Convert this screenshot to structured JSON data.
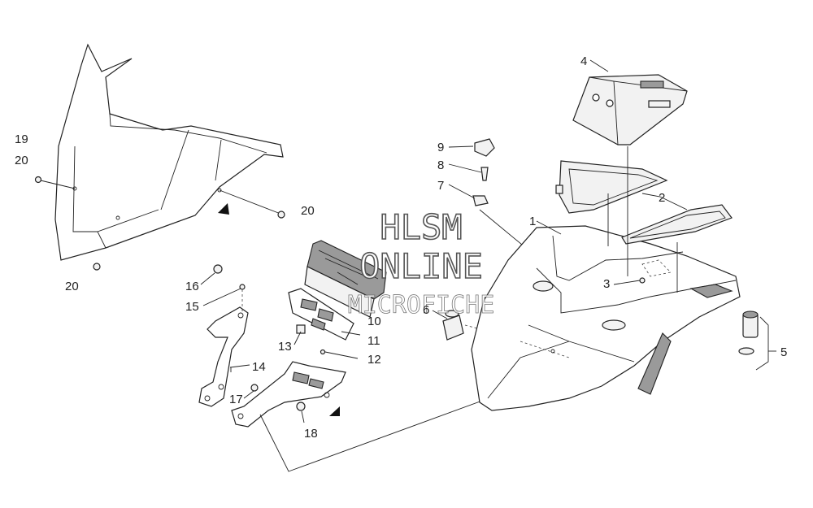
{
  "watermark": {
    "line1": "HLSM",
    "line2": "ONLINE",
    "line3": "MICROFICHE"
  },
  "callouts": {
    "c1": "1",
    "c2": "2",
    "c3": "3",
    "c4": "4",
    "c5": "5",
    "c6": "6",
    "c7": "7",
    "c8": "8",
    "c9": "9",
    "c10": "10",
    "c11": "11",
    "c12": "12",
    "c13": "13",
    "c14": "14",
    "c15": "15",
    "c16": "16",
    "c17": "17",
    "c18": "18",
    "c19": "19",
    "c20a": "20",
    "c20b": "20",
    "c20c": "20"
  }
}
